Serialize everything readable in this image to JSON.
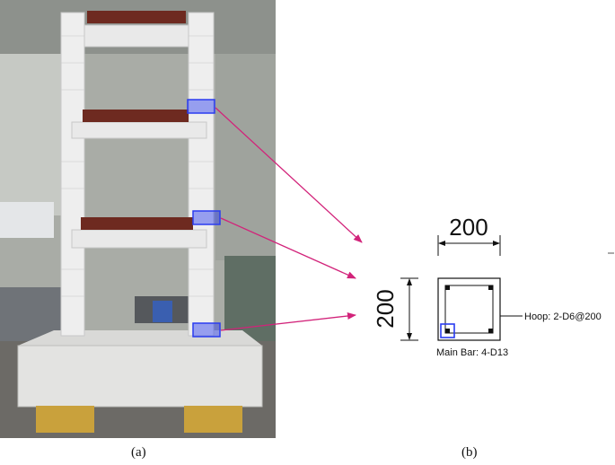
{
  "panel_a": {
    "caption": "(a)"
  },
  "panel_b": {
    "caption": "(b)",
    "width_dim": "200",
    "height_dim": "200",
    "hoop_label": "Hoop: 2-D6@200",
    "main_bar_label": "Main Bar: 4-D13"
  },
  "colors": {
    "highlight_box": "#2a3cf0",
    "arrow": "#d2237a",
    "concrete": "#eeeeee",
    "brick_slab": "#6e2a20"
  }
}
